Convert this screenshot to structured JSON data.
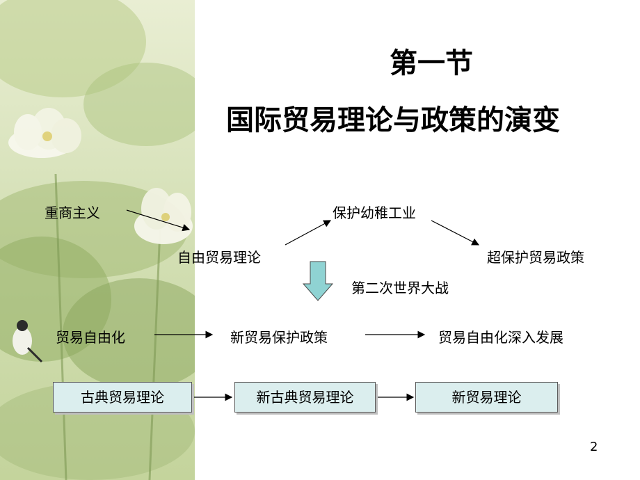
{
  "slide": {
    "title_line1": "第一节",
    "title_line2": "国际贸易理论与政策的演变",
    "page_number": "2"
  },
  "flow": {
    "mercantilism": "重商主义",
    "free_trade_theory": "自由贸易理论",
    "infant_industry": "保护幼稚工业",
    "super_protection": "超保护贸易政策",
    "ww2": "第二次世界大战",
    "trade_liberalization": "贸易自由化",
    "new_protectionism": "新贸易保护政策",
    "deep_liberalization": "贸易自由化深入发展"
  },
  "theory_boxes": [
    "古典贸易理论",
    "新古典贸易理论",
    "新贸易理论"
  ],
  "colors": {
    "box_fill": "#dbeeee",
    "down_arrow_fill": "#8fd3d3",
    "background_art": "#c9d9a6"
  }
}
